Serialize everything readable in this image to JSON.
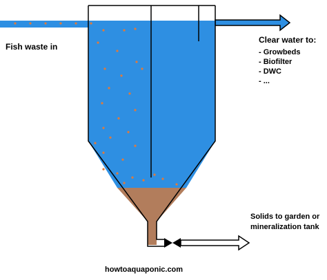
{
  "labels": {
    "inlet": "Fish waste in",
    "outlet_title": "Clear water to:",
    "outlet_items": [
      "- Growbeds",
      "- Biofilter",
      "- DWC",
      "- ..."
    ],
    "solids_line1": "Solids to garden or",
    "solids_line2": "mineralization tank",
    "footer": "howtoaquaponic.com"
  },
  "colors": {
    "water": "#2e8fe2",
    "sludge": "#b27d5c",
    "waste_particles": "#e07a3a",
    "outline": "#000000",
    "arrow_fill": "#ffffff",
    "background": "#ffffff"
  }
}
